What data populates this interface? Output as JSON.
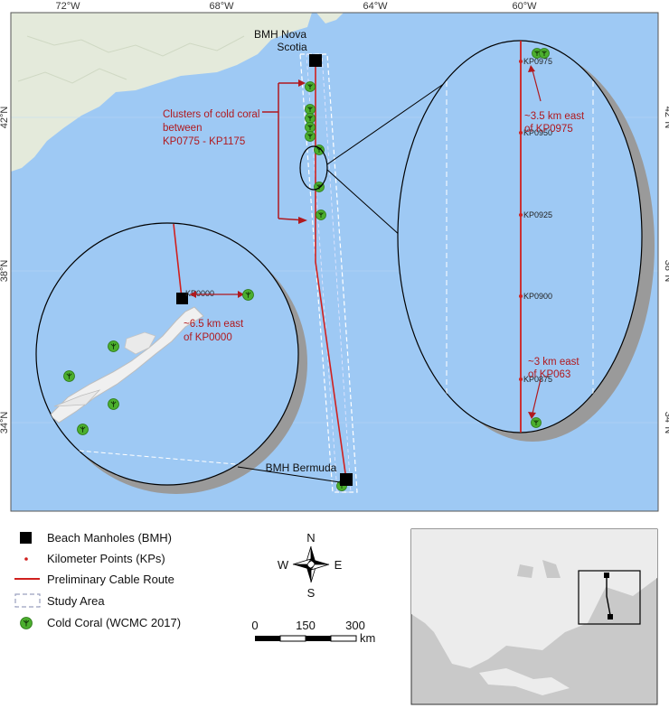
{
  "map": {
    "top_axis_labels": [
      "72°W",
      "68°W",
      "64°W",
      "60°W"
    ],
    "side_axis_labels": [
      "42°N",
      "38°N",
      "34°N"
    ],
    "bmh_nova_scotia": [
      "BMH Nova",
      "Scotia"
    ],
    "bmh_bermuda": "BMH Bermuda",
    "cluster_note": [
      "Clusters of cold coral",
      "between",
      "KP0775 - KP1175"
    ],
    "bermuda_note": [
      "~6.5 km east",
      "of KP0000"
    ],
    "bermuda_kp": "KP0000",
    "inset_kps": [
      "KP0975",
      "KP0950",
      "KP0925",
      "KP0900",
      "KP0875"
    ],
    "inset_note_top": [
      "~3.5 km east",
      "of KP0975"
    ],
    "inset_note_bottom": [
      "~3 km east",
      "of KP063"
    ],
    "colors": {
      "ocean": "#9ec9f4",
      "land": "#e8ecdf",
      "route": "#d0201e",
      "coral": "#4caf2e",
      "annotation": "#b0191e"
    }
  },
  "legend": {
    "items": [
      {
        "label": "Beach Manholes (BMH)",
        "icon": "black-square-icon"
      },
      {
        "label": "Kilometer Points (KPs)",
        "icon": "red-dot-icon"
      },
      {
        "label": "Preliminary Cable Route",
        "icon": "red-line-icon"
      },
      {
        "label": "Study Area",
        "icon": "dashed-box-icon"
      },
      {
        "label": "Cold Coral (WCMC 2017)",
        "icon": "green-coral-icon"
      }
    ]
  },
  "compass": {
    "n": "N",
    "s": "S",
    "e": "E",
    "w": "W"
  },
  "scalebar": {
    "ticks": [
      "0",
      "150",
      "300"
    ],
    "unit": "km"
  }
}
